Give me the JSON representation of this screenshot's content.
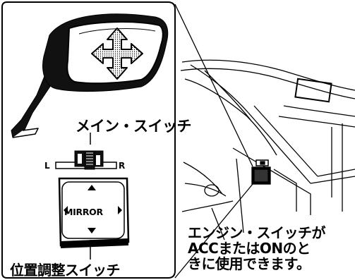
{
  "labels": {
    "main_switch": "メイン・スイッチ",
    "left": "L",
    "right": "R",
    "mirror_button": "MIRROR",
    "position_switch": "位置調整スイッチ"
  },
  "note": [
    "エンジン・スイッチが",
    "ACCまたはONのと",
    "きに使用できます。"
  ]
}
